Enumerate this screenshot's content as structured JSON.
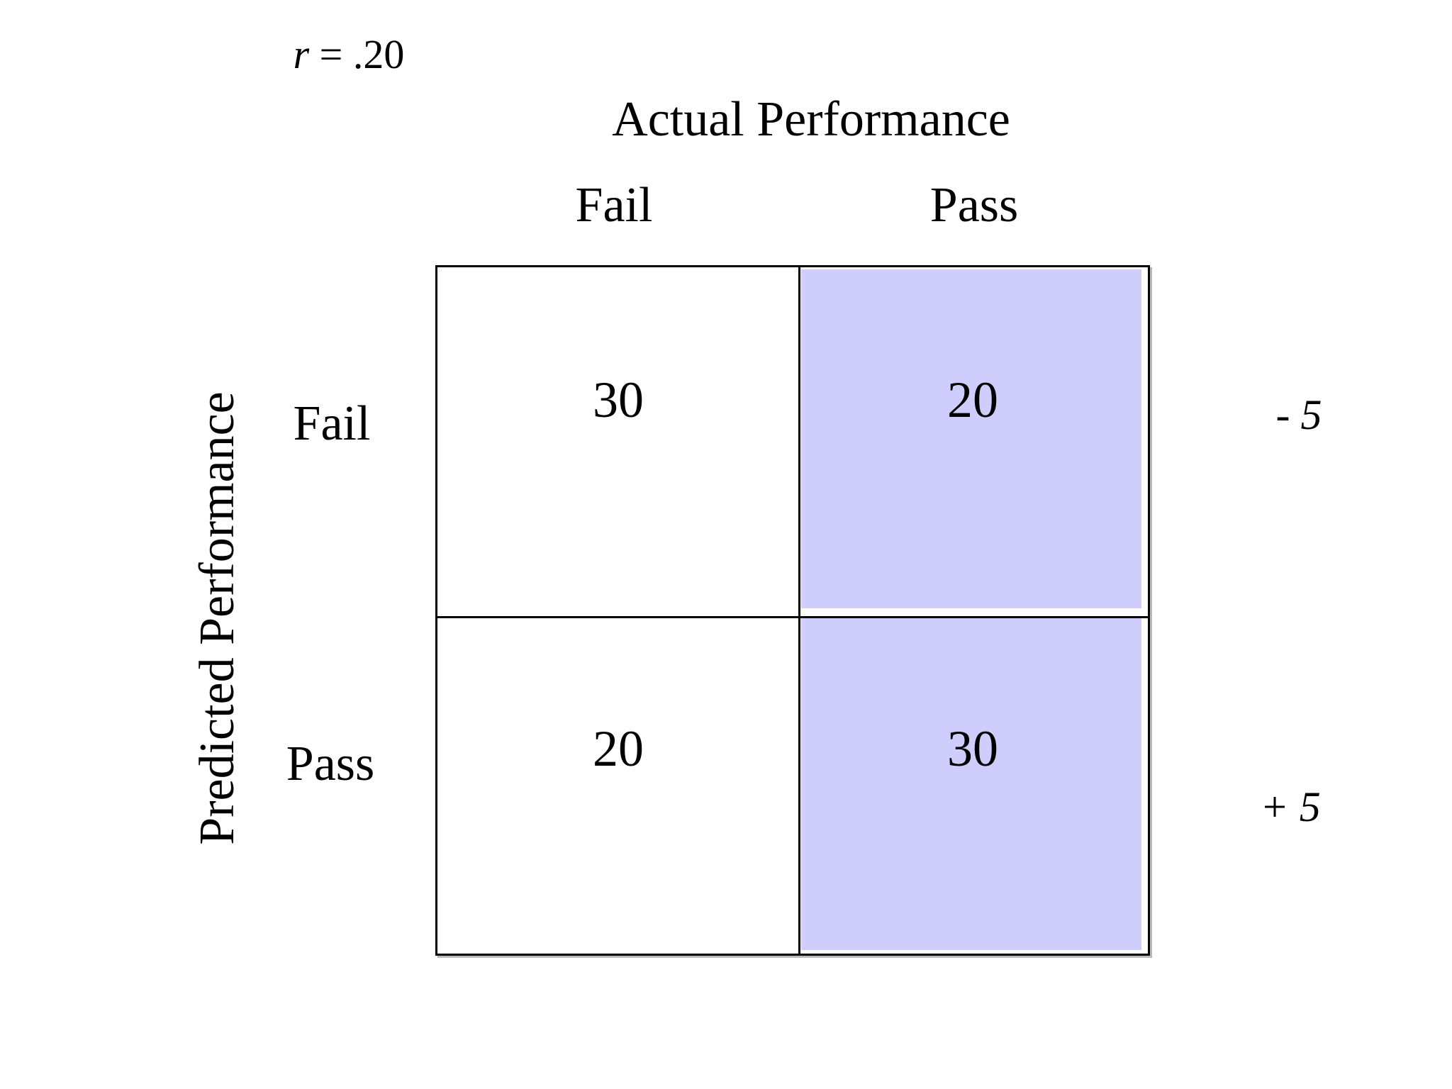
{
  "figure": {
    "correlation_label": {
      "variable": "r",
      "rest": " = .20"
    }
  },
  "matrix": {
    "column_axis_label": "Actual Performance",
    "row_axis_label": "Predicted Performance",
    "column_labels": [
      "Fail",
      "Pass"
    ],
    "row_labels": [
      "Fail",
      "Pass"
    ]
  },
  "annotations": {
    "top_right": "- 5",
    "bottom_right": "+ 5"
  },
  "colors": {
    "highlight": "#CFCDFB",
    "line": "#000000",
    "text": "#000000"
  },
  "chart_data": {
    "type": "table",
    "title": "r = .20",
    "x_axis": {
      "label": "Actual Performance",
      "categories": [
        "Fail",
        "Pass"
      ]
    },
    "y_axis": {
      "label": "Predicted Performance",
      "categories": [
        "Fail",
        "Pass"
      ]
    },
    "values": [
      [
        30,
        20
      ],
      [
        20,
        30
      ]
    ],
    "highlighted_column": "Pass",
    "row_annotations": [
      "- 5",
      "+ 5"
    ],
    "legend": "none",
    "grid": "2x2 bordered table, right column shaded lavender"
  }
}
